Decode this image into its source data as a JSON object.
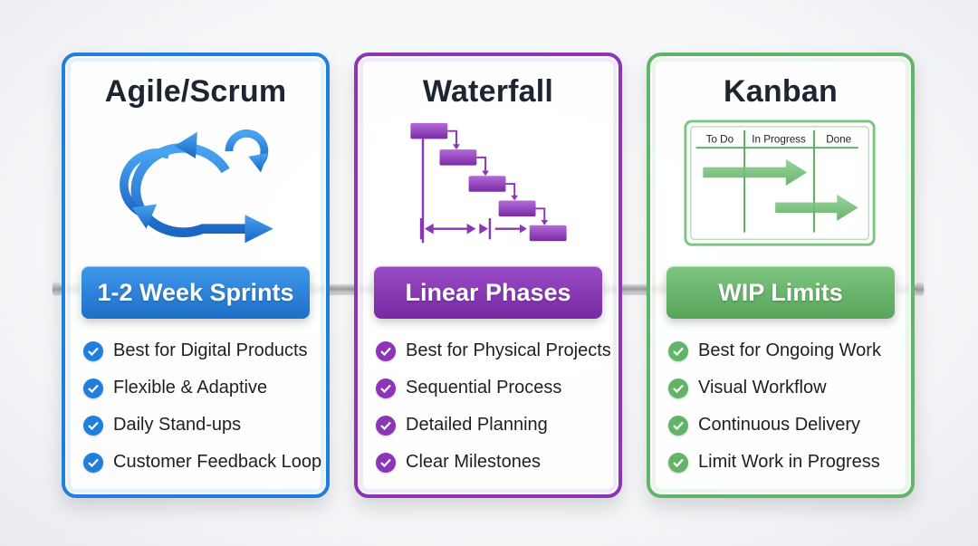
{
  "colors": {
    "agile": "#1f7fdc",
    "waterfall": "#8c35b6",
    "kanban": "#62b568"
  },
  "cards": [
    {
      "title": "Agile/Scrum",
      "icon": "iterative-cycle-icon",
      "banner": "1-2 Week Sprints",
      "features": [
        "Best for Digital Products",
        "Flexible & Adaptive",
        "Daily Stand-ups",
        "Customer Feedback Loop"
      ]
    },
    {
      "title": "Waterfall",
      "icon": "gantt-cascade-icon",
      "banner": "Linear Phases",
      "features": [
        "Best for Physical Projects",
        "Sequential Process",
        "Detailed Planning",
        "Clear Milestones"
      ]
    },
    {
      "title": "Kanban",
      "icon": "kanban-board-icon",
      "banner": "WIP Limits",
      "board_columns": [
        "To Do",
        "In Progress",
        "Done"
      ],
      "features": [
        "Best for Ongoing Work",
        "Visual Workflow",
        "Continuous Delivery",
        "Limit Work in Progress"
      ]
    }
  ]
}
